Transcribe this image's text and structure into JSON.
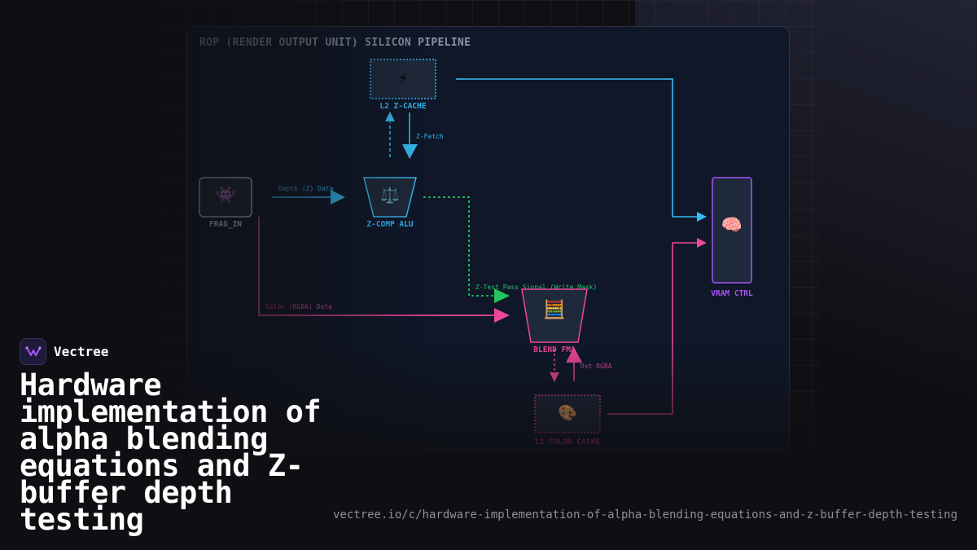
{
  "diagram": {
    "title": "ROP (RENDER OUTPUT UNIT) SILICON PIPELINE",
    "nodes": {
      "frag_in": {
        "label": "FRAG_IN",
        "icon": "👾",
        "icon_name": "alien-monster-icon",
        "color": "#cbd5e1"
      },
      "l2_cache": {
        "label": "L2 Z-CACHE",
        "icon": "⚡",
        "icon_name": "lightning-icon",
        "color": "#38bdf8"
      },
      "z_comp": {
        "label": "Z-COMP ALU",
        "icon": "⚖️",
        "icon_name": "scales-icon",
        "color": "#38bdf8"
      },
      "blend_fma": {
        "label": "BLEND FMA",
        "icon": "🧮",
        "icon_name": "abacus-icon",
        "color": "#ec4899"
      },
      "vram_ctrl": {
        "label": "VRAM CTRL",
        "icon": "🧠",
        "icon_name": "brain-icon",
        "color": "#a855f7"
      },
      "color_cache": {
        "label": "L2 COLOR CACHE",
        "icon": "🎨",
        "icon_name": "palette-icon",
        "color": "#ec4899"
      }
    },
    "edges": {
      "depth": "Depth (Z) Data",
      "zfetch": "Z-Fetch",
      "color": "Color (RGBA) Data",
      "zpass": "Z-Test Pass Signal (Write Mask)",
      "dst": "Dst RGBA"
    },
    "colors": {
      "blue": "#38bdf8",
      "pink": "#ec4899",
      "green": "#22c55e",
      "purple": "#a855f7"
    }
  },
  "brand": {
    "name": "Vectree",
    "logo_icon": "vectree-logo-icon"
  },
  "headline": "Hardware implementation of alpha blending equations and Z-buffer depth testing",
  "url": "vectree.io/c/hardware-implementation-of-alpha-blending-equations-and-z-buffer-depth-testing"
}
